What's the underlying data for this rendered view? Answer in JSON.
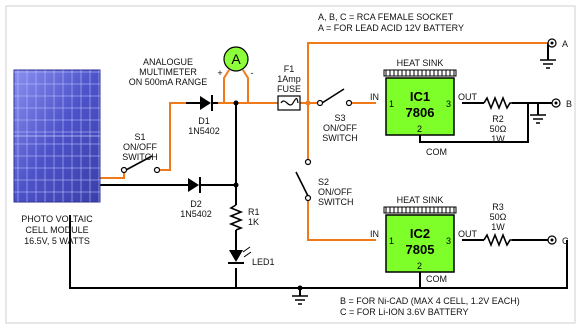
{
  "notes": {
    "top_line1": "A, B, C = RCA FEMALE SOCKET",
    "top_line2": "A = FOR LEAD ACID 12V BATTERY",
    "bottom_line1": "B = FOR Ni-CAD (MAX 4 CELL, 1.2V EACH)",
    "bottom_line2": "C = FOR Li-ION 3.6V BATTERY"
  },
  "panel": {
    "line1": "PHOTO VOLTAIC",
    "line2": "CELL MODULE",
    "line3": "16.5V, 5 WATTS"
  },
  "meter": {
    "symbol": "A",
    "plus": "+",
    "minus": "-",
    "line1": "ANALOGUE",
    "line2": "MULTIMETER",
    "line3": "ON 500mA RANGE"
  },
  "d1": {
    "name": "D1",
    "part": "1N5402"
  },
  "d2": {
    "name": "D2",
    "part": "1N5402"
  },
  "s1": {
    "name": "S1",
    "line2": "ON/OFF",
    "line3": "SWITCH"
  },
  "s2": {
    "name": "S2",
    "line2": "ON/OFF",
    "line3": "SWITCH"
  },
  "s3": {
    "name": "S3",
    "line2": "ON/OFF",
    "line3": "SWITCH"
  },
  "f1": {
    "name": "F1",
    "rating": "1Amp",
    "type": "FUSE"
  },
  "r1": {
    "name": "R1",
    "value": "1K"
  },
  "led": {
    "name": "LED1"
  },
  "ic1": {
    "name": "IC1",
    "part": "7806",
    "heatsink": "HEAT SINK",
    "in": "IN",
    "out": "OUT",
    "com": "COM",
    "p1": "1",
    "p2": "2",
    "p3": "3"
  },
  "ic2": {
    "name": "IC2",
    "part": "7805",
    "heatsink": "HEAT SINK",
    "in": "IN",
    "out": "OUT",
    "com": "COM",
    "p1": "1",
    "p2": "2",
    "p3": "3"
  },
  "r2": {
    "name": "R2",
    "value": "50Ω",
    "power": "1W"
  },
  "r3": {
    "name": "R3",
    "value": "50Ω",
    "power": "1W"
  },
  "outputs": {
    "a": "A",
    "b": "B",
    "c": "C"
  },
  "colors": {
    "wire_orange": "#f07a1a",
    "wire_black": "#000000",
    "ic_green": "#7fff2a",
    "meter_green": "#8cff3a",
    "panel_blue": "#5a5fd8",
    "fuse_fill": "#ffffff"
  }
}
